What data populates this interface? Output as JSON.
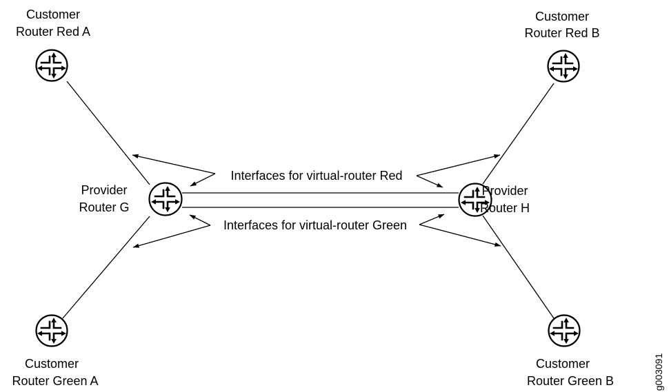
{
  "routers": {
    "red_a": {
      "line1": "Customer",
      "line2": "Router Red A"
    },
    "red_b": {
      "line1": "Customer",
      "line2": "Router Red B"
    },
    "green_a": {
      "line1": "Customer",
      "line2": "Router Green A"
    },
    "green_b": {
      "line1": "Customer",
      "line2": "Router Green B"
    },
    "g": {
      "line1": "Provider",
      "line2": "Router G"
    },
    "h": {
      "line1": "Provider",
      "line2": "Router H"
    }
  },
  "callouts": {
    "red": "Interfaces for virtual-router Red",
    "green": "Interfaces for virtual-router Green"
  },
  "figure_id": "g003091"
}
